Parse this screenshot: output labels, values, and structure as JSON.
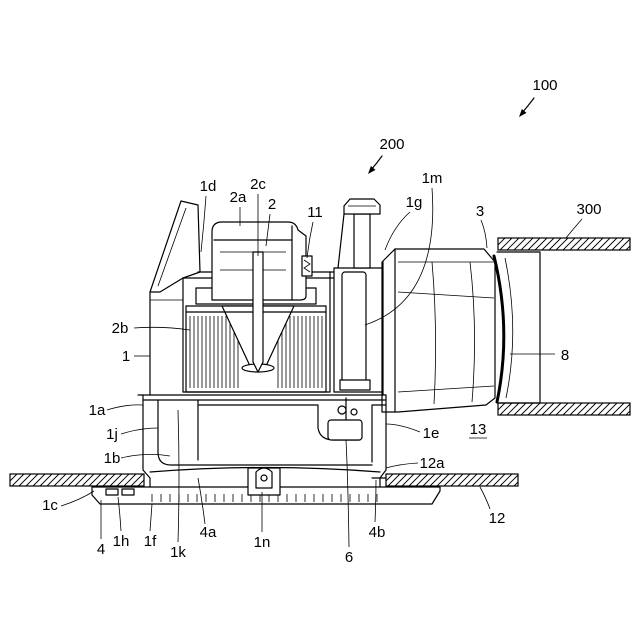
{
  "figure": {
    "labels": {
      "r100": "100",
      "r200": "200",
      "r300": "300",
      "r1d": "1d",
      "r2c": "2c",
      "r2a": "2a",
      "r2": "2",
      "r11": "11",
      "r1m": "1m",
      "r1g": "1g",
      "r3": "3",
      "r2b": "2b",
      "r1": "1",
      "r8": "8",
      "r1a": "1a",
      "r1j": "1j",
      "r1e": "1e",
      "r13": "13",
      "r1b": "1b",
      "r12a": "12a",
      "r1c": "1c",
      "r12": "12",
      "r4": "4",
      "r1h": "1h",
      "r1f": "1f",
      "r1k": "1k",
      "r4a": "4a",
      "r1n": "1n",
      "r6": "6",
      "r4b": "4b"
    },
    "colors": {
      "line": "#000000",
      "background": "#ffffff"
    }
  }
}
